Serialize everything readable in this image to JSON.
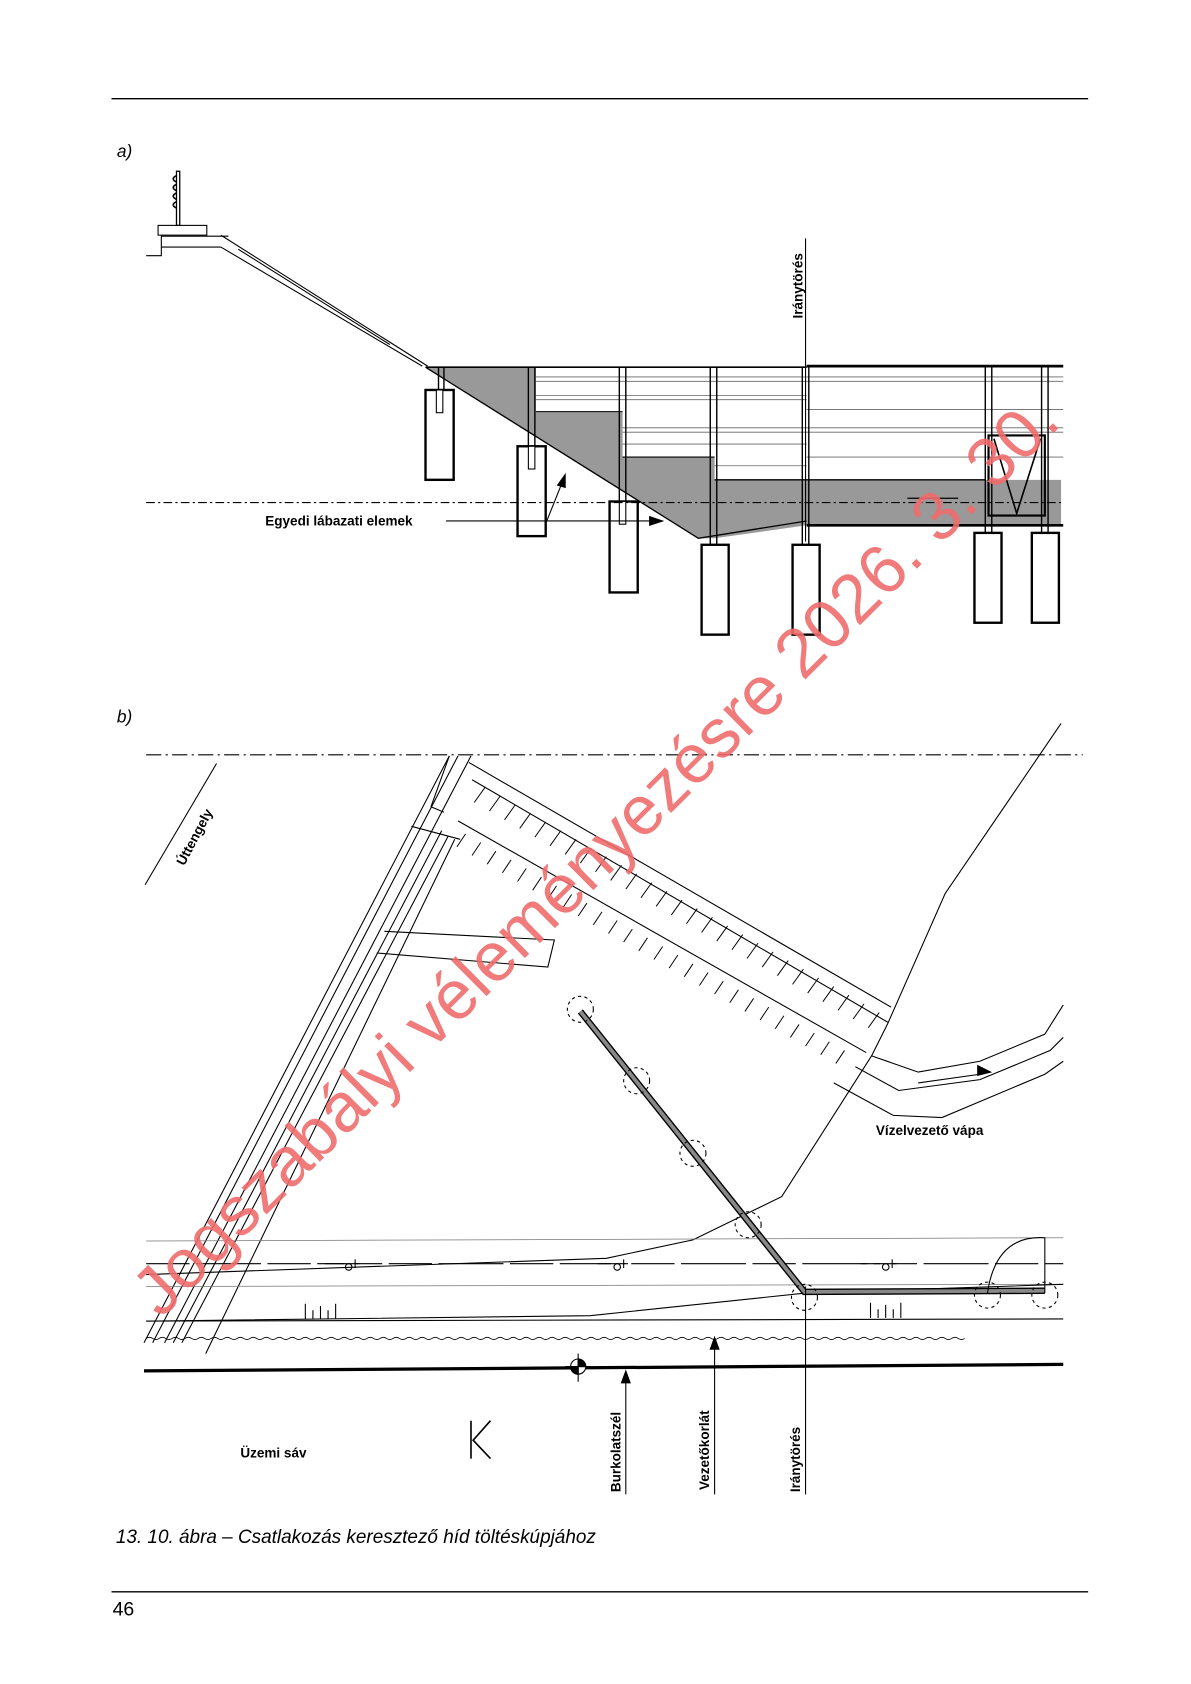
{
  "page": {
    "number": "46"
  },
  "figure": {
    "panel_a_label": "a)",
    "panel_b_label": "b)",
    "caption": "13.  10. ábra – Csatlakozás keresztező híd töltéskúpjához",
    "panel_a": {
      "direction_break": "Iránytörés",
      "footing_elements": "Egyedi lábazati elemek"
    },
    "panel_b": {
      "road_axis": "Úttengely",
      "drainage_ditch": "Vízelvezető vápa",
      "service_lane": "Üzemi sáv",
      "lane_mark": "K",
      "pavement_edge": "Burkolatszél",
      "guardrail": "Vezetőkorlát",
      "direction_break": "Iránytörés"
    }
  },
  "watermark": {
    "text": "Jogszabályi véleményezésre 2026. 3. 30.",
    "color": "#f06b6b"
  }
}
